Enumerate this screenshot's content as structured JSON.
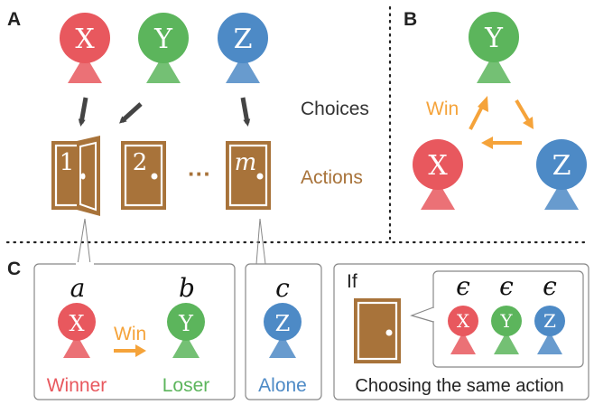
{
  "panels": {
    "a": "A",
    "b": "B",
    "c": "C"
  },
  "agents": {
    "x": "X",
    "y": "Y",
    "z": "Z"
  },
  "doors": {
    "d1": "1",
    "d2": "2",
    "dm": "m",
    "ellipsis": "···"
  },
  "labels": {
    "choices": "Choices",
    "actions": "Actions",
    "win": "Win"
  },
  "cases": {
    "a": "a",
    "b": "b",
    "c": "c",
    "winner": "Winner",
    "loser": "Loser",
    "alone": "Alone",
    "if": "If",
    "epsilon": "ϵ",
    "same_action": "Choosing the same action"
  },
  "colors": {
    "red": "#e8585e",
    "green": "#5cb55c",
    "blue": "#4d8ac6",
    "door": "#a8733a",
    "orange": "#f5a33a",
    "arrow_dark": "#444444"
  }
}
